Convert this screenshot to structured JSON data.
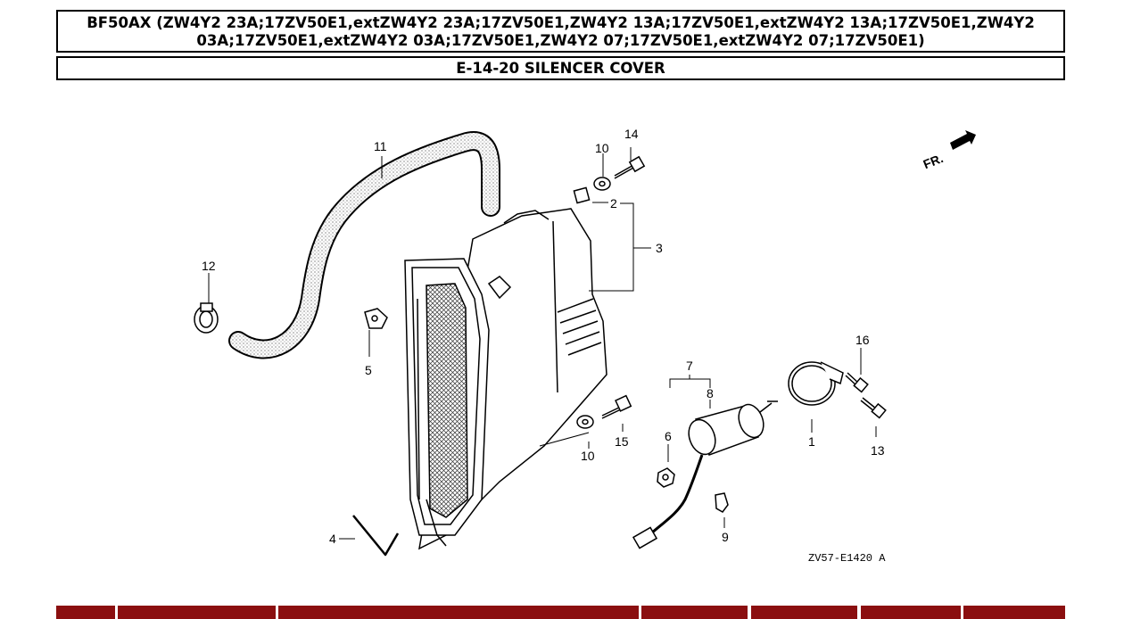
{
  "header": {
    "model_line": "BF50AX (ZW4Y2 23A;17ZV50E1,extZW4Y2 23A;17ZV50E1,ZW4Y2 13A;17ZV50E1,extZW4Y2 13A;17ZV50E1,ZW4Y2 03A;17ZV50E1,extZW4Y2 03A;17ZV50E1,ZW4Y2 07;17ZV50E1,extZW4Y2 07;17ZV50E1)",
    "section_title": "E-14-20 SILENCER COVER"
  },
  "diagram": {
    "direction_mark": "FR.",
    "drawing_code": "ZV57-E1420 A",
    "callouts": {
      "c1": "1",
      "c2": "2",
      "c3": "3",
      "c4": "4",
      "c5": "5",
      "c6": "6",
      "c7": "7",
      "c8": "8",
      "c9": "9",
      "c10a": "10",
      "c10b": "10",
      "c11": "11",
      "c12": "12",
      "c13": "13",
      "c14": "14",
      "c15": "15",
      "c16": "16"
    }
  },
  "colors": {
    "bottom_bar": "#8b0f10",
    "ink": "#000000"
  }
}
